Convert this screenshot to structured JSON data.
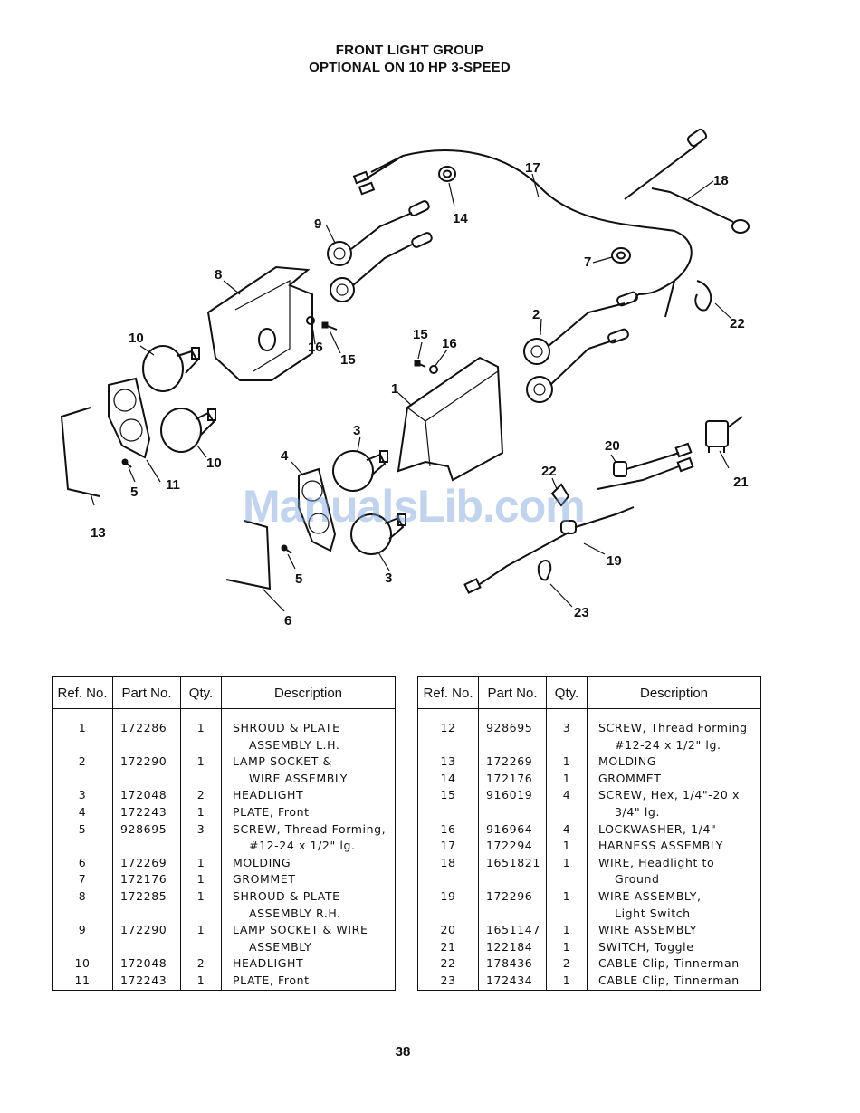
{
  "header": {
    "title": "FRONT LIGHT GROUP",
    "subtitle": "OPTIONAL ON 10 HP 3-SPEED"
  },
  "watermark": "ManualsLib.com",
  "diagram": {
    "callouts": [
      "17",
      "18",
      "14",
      "9",
      "8",
      "7",
      "22",
      "16",
      "15",
      "2",
      "10",
      "15",
      "16",
      "1",
      "3",
      "20",
      "21",
      "11",
      "5",
      "10",
      "4",
      "22",
      "13",
      "19",
      "5",
      "3",
      "23",
      "6"
    ]
  },
  "table_headers": {
    "ref": "Ref. No.",
    "part": "Part No.",
    "qty": "Qty.",
    "desc": "Description"
  },
  "parts_left": [
    {
      "ref": "1",
      "part": "172286",
      "qty": "1",
      "desc": "SHROUD & PLATE",
      "desc2": "ASSEMBLY L.H."
    },
    {
      "ref": "2",
      "part": "172290",
      "qty": "1",
      "desc": "LAMP SOCKET &",
      "desc2": "WIRE ASSEMBLY"
    },
    {
      "ref": "3",
      "part": "172048",
      "qty": "2",
      "desc": "HEADLIGHT",
      "desc2": ""
    },
    {
      "ref": "4",
      "part": "172243",
      "qty": "1",
      "desc": "PLATE, Front",
      "desc2": ""
    },
    {
      "ref": "5",
      "part": "928695",
      "qty": "3",
      "desc": "SCREW, Thread Forming,",
      "desc2": "#12-24 x 1/2\" lg."
    },
    {
      "ref": "6",
      "part": "172269",
      "qty": "1",
      "desc": "MOLDING",
      "desc2": ""
    },
    {
      "ref": "7",
      "part": "172176",
      "qty": "1",
      "desc": "GROMMET",
      "desc2": ""
    },
    {
      "ref": "8",
      "part": "172285",
      "qty": "1",
      "desc": "SHROUD & PLATE",
      "desc2": "ASSEMBLY R.H."
    },
    {
      "ref": "9",
      "part": "172290",
      "qty": "1",
      "desc": "LAMP SOCKET & WIRE",
      "desc2": "ASSEMBLY"
    },
    {
      "ref": "10",
      "part": "172048",
      "qty": "2",
      "desc": "HEADLIGHT",
      "desc2": ""
    },
    {
      "ref": "11",
      "part": "172243",
      "qty": "1",
      "desc": "PLATE, Front",
      "desc2": ""
    }
  ],
  "parts_right": [
    {
      "ref": "12",
      "part": "928695",
      "qty": "3",
      "desc": "SCREW, Thread Forming",
      "desc2": "#12-24 x 1/2\" lg."
    },
    {
      "ref": "13",
      "part": "172269",
      "qty": "1",
      "desc": "MOLDING",
      "desc2": ""
    },
    {
      "ref": "14",
      "part": "172176",
      "qty": "1",
      "desc": "GROMMET",
      "desc2": ""
    },
    {
      "ref": "15",
      "part": "916019",
      "qty": "4",
      "desc": "SCREW, Hex, 1/4\"-20 x",
      "desc2": "3/4\" lg."
    },
    {
      "ref": "16",
      "part": "916964",
      "qty": "4",
      "desc": "LOCKWASHER, 1/4\"",
      "desc2": ""
    },
    {
      "ref": "17",
      "part": "172294",
      "qty": "1",
      "desc": "HARNESS ASSEMBLY",
      "desc2": ""
    },
    {
      "ref": "18",
      "part": "1651821",
      "qty": "1",
      "desc": "WIRE, Headlight to",
      "desc2": "Ground"
    },
    {
      "ref": "19",
      "part": "172296",
      "qty": "1",
      "desc": "WIRE ASSEMBLY,",
      "desc2": "Light Switch"
    },
    {
      "ref": "20",
      "part": "1651147",
      "qty": "1",
      "desc": "WIRE ASSEMBLY",
      "desc2": ""
    },
    {
      "ref": "21",
      "part": "122184",
      "qty": "1",
      "desc": "SWITCH, Toggle",
      "desc2": ""
    },
    {
      "ref": "22",
      "part": "178436",
      "qty": "2",
      "desc": "CABLE Clip, Tinnerman",
      "desc2": ""
    },
    {
      "ref": "23",
      "part": "172434",
      "qty": "1",
      "desc": "CABLE Clip, Tinnerman",
      "desc2": ""
    }
  ],
  "page_number": "38"
}
